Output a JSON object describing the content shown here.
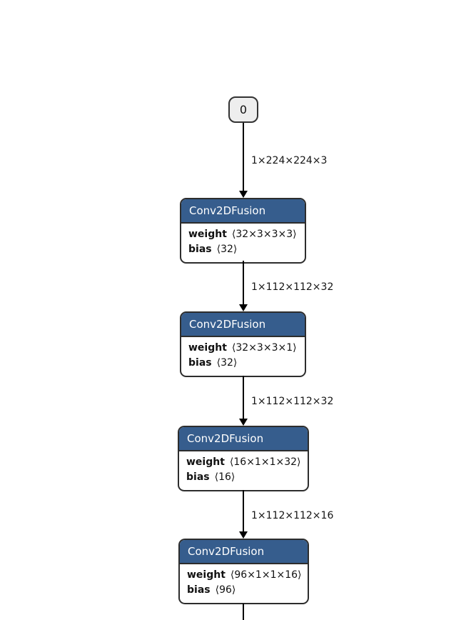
{
  "diagram": {
    "input_node": {
      "label": "0"
    },
    "edges": [
      {
        "label": "1×224×224×3"
      },
      {
        "label": "1×112×112×32"
      },
      {
        "label": "1×112×112×32"
      },
      {
        "label": "1×112×112×16"
      }
    ],
    "nodes": [
      {
        "title": "Conv2DFusion",
        "attrs": [
          {
            "name": "weight",
            "value": "⟨32×3×3×3⟩"
          },
          {
            "name": "bias",
            "value": "⟨32⟩"
          }
        ]
      },
      {
        "title": "Conv2DFusion",
        "attrs": [
          {
            "name": "weight",
            "value": "⟨32×3×3×1⟩"
          },
          {
            "name": "bias",
            "value": "⟨32⟩"
          }
        ]
      },
      {
        "title": "Conv2DFusion",
        "attrs": [
          {
            "name": "weight",
            "value": "⟨16×1×1×32⟩"
          },
          {
            "name": "bias",
            "value": "⟨16⟩"
          }
        ]
      },
      {
        "title": "Conv2DFusion",
        "attrs": [
          {
            "name": "weight",
            "value": "⟨96×1×1×16⟩"
          },
          {
            "name": "bias",
            "value": "⟨96⟩"
          }
        ]
      }
    ],
    "colors": {
      "node_header": "#365d8d",
      "node_border": "#2d2d2d",
      "io_node_fill": "#eeeeee",
      "edge": "#000000",
      "background": "#ffffff"
    }
  }
}
